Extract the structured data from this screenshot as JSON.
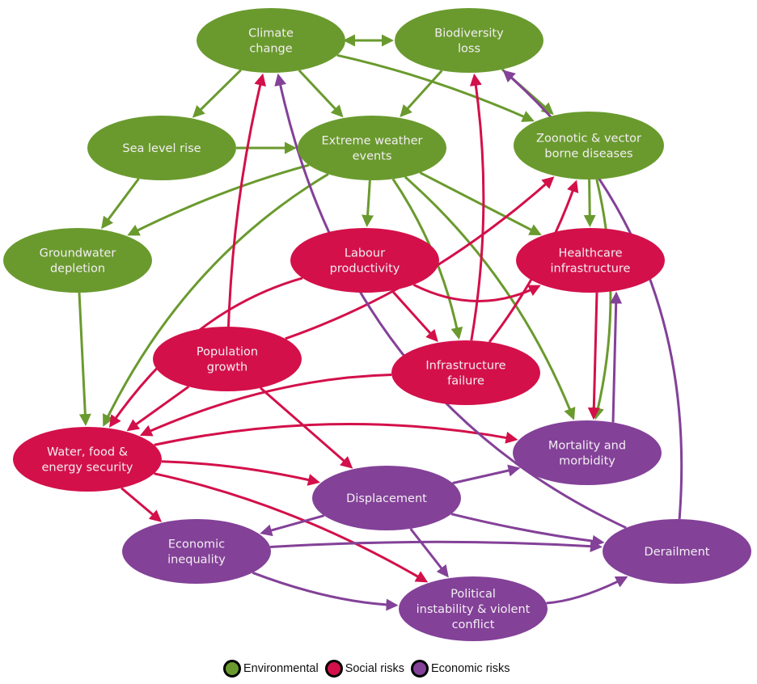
{
  "colors": {
    "environmental": "#6a9a2e",
    "social": "#d3104a",
    "economic": "#834198"
  },
  "nodes": [
    {
      "id": "climate",
      "label": [
        "Climate",
        "change"
      ],
      "category": "environmental"
    },
    {
      "id": "biodiversity",
      "label": [
        "Biodiversity",
        "loss"
      ],
      "category": "environmental"
    },
    {
      "id": "sealevel",
      "label": [
        "Sea level rise"
      ],
      "category": "environmental"
    },
    {
      "id": "extreme",
      "label": [
        "Extreme weather",
        "events"
      ],
      "category": "environmental"
    },
    {
      "id": "zoonotic",
      "label": [
        "Zoonotic & vector",
        "borne diseases"
      ],
      "category": "environmental"
    },
    {
      "id": "groundwater",
      "label": [
        "Groundwater",
        "depletion"
      ],
      "category": "environmental"
    },
    {
      "id": "labour",
      "label": [
        "Labour",
        "productivity"
      ],
      "category": "social"
    },
    {
      "id": "healthcare",
      "label": [
        "Healthcare",
        "infrastructure"
      ],
      "category": "social"
    },
    {
      "id": "population",
      "label": [
        "Population",
        "growth"
      ],
      "category": "social"
    },
    {
      "id": "infrastructure",
      "label": [
        "Infrastructure",
        "failure"
      ],
      "category": "social"
    },
    {
      "id": "water",
      "label": [
        "Water, food &",
        "energy security"
      ],
      "category": "social"
    },
    {
      "id": "mortality",
      "label": [
        "Mortality and",
        "morbidity"
      ],
      "category": "economic"
    },
    {
      "id": "displacement",
      "label": [
        "Displacement"
      ],
      "category": "economic"
    },
    {
      "id": "inequality",
      "label": [
        "Economic",
        "inequality"
      ],
      "category": "economic"
    },
    {
      "id": "derailment",
      "label": [
        "Derailment"
      ],
      "category": "economic"
    },
    {
      "id": "political",
      "label": [
        "Political",
        "instability & violent",
        "conflict"
      ],
      "category": "economic"
    }
  ],
  "edges": [
    {
      "from": "climate",
      "to": "biodiversity",
      "bidirectional": true
    },
    {
      "from": "climate",
      "to": "sealevel"
    },
    {
      "from": "climate",
      "to": "extreme"
    },
    {
      "from": "climate",
      "to": "zoonotic"
    },
    {
      "from": "biodiversity",
      "to": "extreme"
    },
    {
      "from": "biodiversity",
      "to": "zoonotic"
    },
    {
      "from": "sealevel",
      "to": "extreme"
    },
    {
      "from": "sealevel",
      "to": "groundwater"
    },
    {
      "from": "extreme",
      "to": "groundwater"
    },
    {
      "from": "extreme",
      "to": "water"
    },
    {
      "from": "extreme",
      "to": "labour"
    },
    {
      "from": "extreme",
      "to": "infrastructure"
    },
    {
      "from": "extreme",
      "to": "healthcare"
    },
    {
      "from": "extreme",
      "to": "mortality"
    },
    {
      "from": "zoonotic",
      "to": "healthcare"
    },
    {
      "from": "zoonotic",
      "to": "mortality"
    },
    {
      "from": "groundwater",
      "to": "water"
    },
    {
      "from": "labour",
      "to": "water"
    },
    {
      "from": "labour",
      "to": "infrastructure"
    },
    {
      "from": "labour",
      "to": "healthcare"
    },
    {
      "from": "population",
      "to": "climate"
    },
    {
      "from": "population",
      "to": "zoonotic"
    },
    {
      "from": "population",
      "to": "water"
    },
    {
      "from": "population",
      "to": "displacement"
    },
    {
      "from": "infrastructure",
      "to": "biodiversity"
    },
    {
      "from": "infrastructure",
      "to": "zoonotic"
    },
    {
      "from": "infrastructure",
      "to": "water"
    },
    {
      "from": "healthcare",
      "to": "mortality"
    },
    {
      "from": "mortality",
      "to": "healthcare"
    },
    {
      "from": "water",
      "to": "mortality"
    },
    {
      "from": "water",
      "to": "displacement"
    },
    {
      "from": "water",
      "to": "inequality"
    },
    {
      "from": "water",
      "to": "political"
    },
    {
      "from": "displacement",
      "to": "mortality"
    },
    {
      "from": "displacement",
      "to": "inequality"
    },
    {
      "from": "displacement",
      "to": "political"
    },
    {
      "from": "displacement",
      "to": "derailment"
    },
    {
      "from": "inequality",
      "to": "derailment"
    },
    {
      "from": "inequality",
      "to": "political"
    },
    {
      "from": "political",
      "to": "derailment"
    },
    {
      "from": "derailment",
      "to": "climate"
    },
    {
      "from": "derailment",
      "to": "biodiversity"
    }
  ],
  "legend": [
    {
      "label": "Environmental",
      "category": "environmental"
    },
    {
      "label": "Social risks",
      "category": "social"
    },
    {
      "label": "Economic risks",
      "category": "economic"
    }
  ]
}
